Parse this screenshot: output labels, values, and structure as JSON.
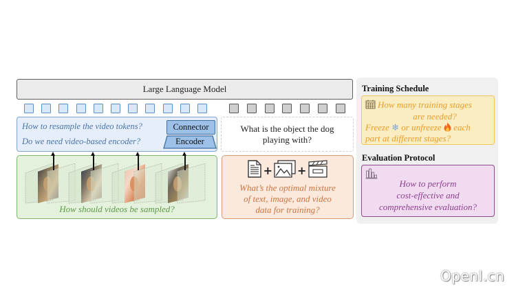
{
  "llm": {
    "label": "Large Language Model"
  },
  "tokens": {
    "visual_count": 11,
    "text_count": 7
  },
  "vision_panel": {
    "question_resample": "How to resample the video tokens?",
    "question_encoder": "Do we need video-based encoder?",
    "connector_label": "Connector",
    "encoder_label": "Encoder"
  },
  "video_panel": {
    "caption": "How should videos be sampled?",
    "frame_count": 4
  },
  "question_box": {
    "text": "What is the object the dog playing with?"
  },
  "mixture_panel": {
    "icons": [
      "document-icon",
      "image-icon",
      "clapperboard-icon"
    ],
    "plus_symbol": "+",
    "text": "What’s the optimal mixture of text, image, and video data for training?"
  },
  "training_schedule": {
    "title": "Training Schedule",
    "line1": "How many training stages",
    "line2": "are needed?",
    "line3_a": "Freeze",
    "line3_b": "or unfreeze",
    "line3_c": "each",
    "line4": "part at different stages?",
    "freeze_emoji": "❄",
    "fire_emoji": "🔥"
  },
  "evaluation_protocol": {
    "title": "Evaluation Protocol",
    "line1": "How to perform",
    "line2": "cost-effective and",
    "line3": "comprehensive evaluation?"
  },
  "colors": {
    "blue_accent": "#4a76a8",
    "green_accent": "#5c9a47",
    "orange_accent": "#c9743f",
    "yellow_accent": "#e89d2a",
    "purple_accent": "#8e3e8e"
  },
  "watermark": "OpenI.cn"
}
